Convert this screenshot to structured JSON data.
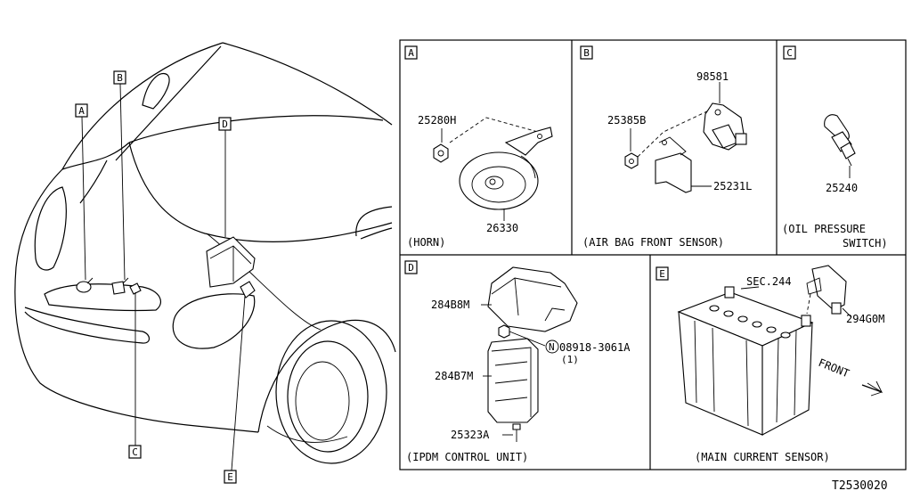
{
  "callouts": {
    "a": "A",
    "b": "B",
    "c": "C",
    "d": "D",
    "e": "E"
  },
  "panels": {
    "a": {
      "tag": "A",
      "part_nut": "25280H",
      "part_horn": "26330",
      "caption": "(HORN)"
    },
    "b": {
      "tag": "B",
      "part_sensor": "98581",
      "part_nut": "25385B",
      "part_bracket": "25231L",
      "caption": "(AIR BAG FRONT SENSOR)"
    },
    "c": {
      "tag": "C",
      "part_switch": "25240",
      "caption_line1": "(OIL PRESSURE",
      "caption_line2": "SWITCH)"
    },
    "d": {
      "tag": "D",
      "part_cover": "284B8M",
      "nut_symbol": "N",
      "part_nut": "08918-3061A",
      "part_nut_qty": "(1)",
      "part_unit": "284B7M",
      "part_bolt": "25323A",
      "caption": "(IPDM CONTROL UNIT)"
    },
    "e": {
      "tag": "E",
      "section_ref": "SEC.244",
      "part_sensor": "294G0M",
      "direction_label": "FRONT",
      "caption": "(MAIN CURRENT SENSOR)"
    }
  },
  "drawing_number": "T2530020"
}
